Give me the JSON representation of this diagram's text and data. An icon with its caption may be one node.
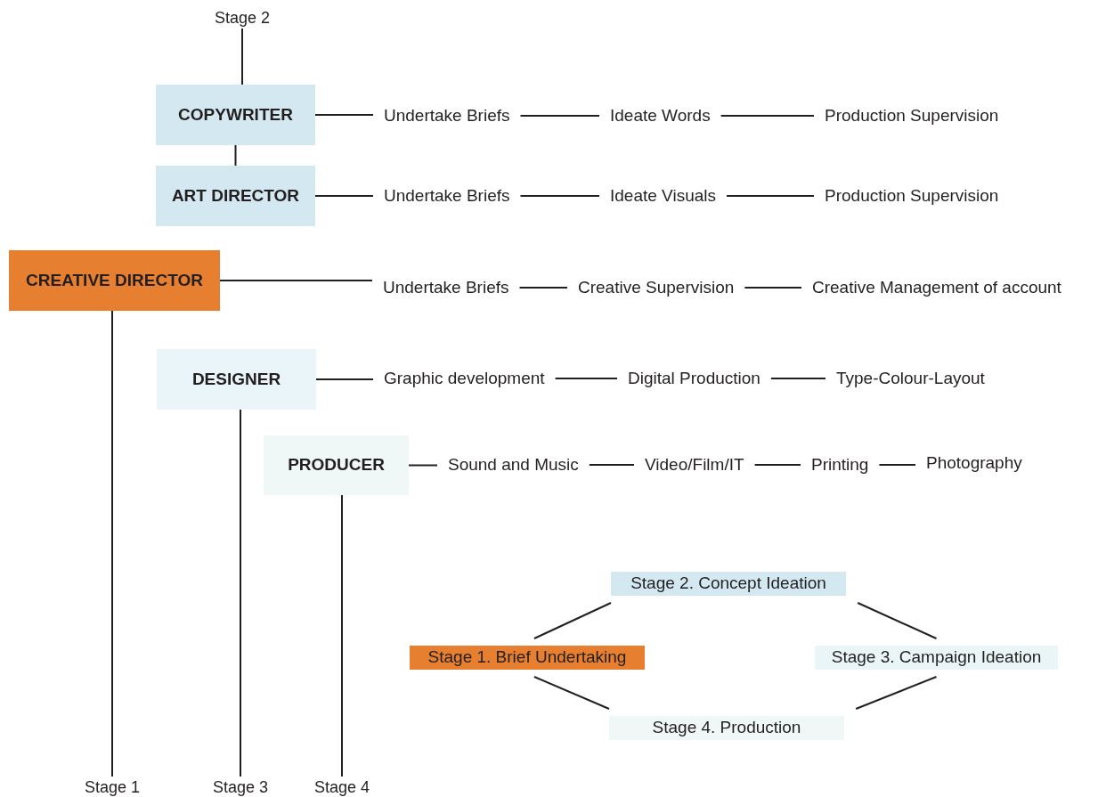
{
  "diagram": {
    "nodes": [
      {
        "text": [
          "Stage 2"
        ]
      },
      {
        "text": [
          "COPYWRITER"
        ]
      },
      {
        "text": [
          "Undertake Briefs"
        ]
      },
      {
        "text": [
          "Ideate Words"
        ]
      },
      {
        "text": [
          "Production Supervision"
        ]
      },
      {
        "text": [
          "ART DIRECTOR"
        ]
      },
      {
        "text": [
          "Undertake Briefs"
        ]
      },
      {
        "text": [
          "Ideate Visuals"
        ]
      },
      {
        "text": [
          "Production Supervision"
        ]
      },
      {
        "text": [
          "CREATIVE DIRECTOR"
        ]
      },
      {
        "text": [
          "Undertake Briefs"
        ]
      },
      {
        "text": [
          "Creative Supervision"
        ]
      },
      {
        "text": [
          "Creative Management of account"
        ]
      },
      {
        "text": [
          "DESIGNER"
        ]
      },
      {
        "text": [
          "Graphic development"
        ]
      },
      {
        "text": [
          "Digital Production"
        ]
      },
      {
        "text": [
          "Type-Colour-Layout"
        ]
      },
      {
        "text": [
          "PRODUCER"
        ]
      },
      {
        "text": [
          "Sound and Music"
        ]
      },
      {
        "text": [
          "Video/Film/IT"
        ]
      },
      {
        "text": [
          "Printing"
        ]
      },
      {
        "text": [
          "Photography"
        ]
      },
      {
        "text": [
          "Stage 2. Concept Ideation"
        ]
      },
      {
        "text": [
          "Stage 1. Brief Undertaking"
        ]
      },
      {
        "text": [
          "Stage 3. Campaign Ideation"
        ]
      },
      {
        "text": [
          "Stage 4. Production"
        ]
      },
      {
        "text": [
          "Stage 1"
        ]
      },
      {
        "text": [
          "Stage 3"
        ]
      },
      {
        "text": [
          "Stage 4"
        ]
      }
    ],
    "edges": [
      {
        "from": 0,
        "to": 1,
        "arrow": "none"
      },
      {
        "from": 1,
        "to": 5,
        "arrow": "none"
      },
      {
        "from": 1,
        "to": 2,
        "arrow": "none"
      },
      {
        "from": 2,
        "to": 3,
        "arrow": "none"
      },
      {
        "from": 3,
        "to": 4,
        "arrow": "none"
      },
      {
        "from": 5,
        "to": 6,
        "arrow": "none"
      },
      {
        "from": 6,
        "to": 7,
        "arrow": "none"
      },
      {
        "from": 7,
        "to": 8,
        "arrow": "none"
      },
      {
        "from": 9,
        "to": 10,
        "arrow": "none"
      },
      {
        "from": 10,
        "to": 11,
        "arrow": "none"
      },
      {
        "from": 11,
        "to": 12,
        "arrow": "none"
      },
      {
        "from": 13,
        "to": 14,
        "arrow": "none"
      },
      {
        "from": 14,
        "to": 15,
        "arrow": "none"
      },
      {
        "from": 15,
        "to": 16,
        "arrow": "none"
      },
      {
        "from": 17,
        "to": 18,
        "arrow": "none"
      },
      {
        "from": 18,
        "to": 19,
        "arrow": "none"
      },
      {
        "from": 19,
        "to": 20,
        "arrow": "none"
      },
      {
        "from": 20,
        "to": 21,
        "arrow": "none"
      },
      {
        "from": 9,
        "to": 26,
        "arrow": "none"
      },
      {
        "from": 13,
        "to": 27,
        "arrow": "none"
      },
      {
        "from": 17,
        "to": 28,
        "arrow": "none"
      },
      {
        "from": 23,
        "to": 22,
        "arrow": "none"
      },
      {
        "from": 22,
        "to": 24,
        "arrow": "none"
      },
      {
        "from": 23,
        "to": 25,
        "arrow": "none"
      },
      {
        "from": 25,
        "to": 24,
        "arrow": "none"
      }
    ]
  }
}
